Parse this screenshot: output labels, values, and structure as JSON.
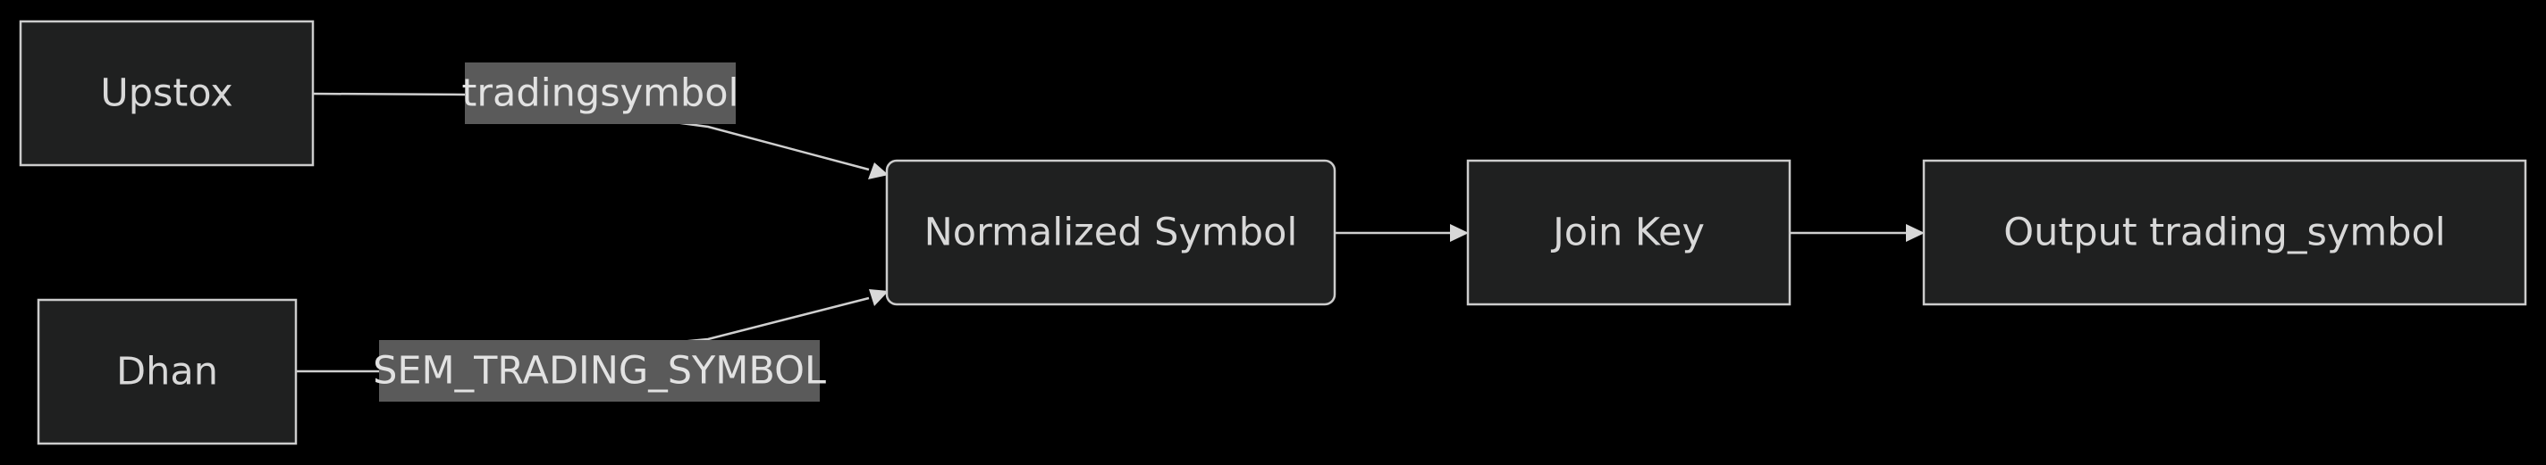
{
  "diagram": {
    "nodes": {
      "upstox": "Upstox",
      "dhan": "Dhan",
      "normalized": "Normalized Symbol",
      "join": "Join Key",
      "output": "Output trading_symbol"
    },
    "edge_labels": {
      "upstox_to_normalized": "tradingsymbol",
      "dhan_to_normalized": "SEM_TRADING_SYMBOL"
    },
    "colors": {
      "background": "#000000",
      "node_fill": "#1f2020",
      "node_stroke": "#cccccc",
      "text": "#d8d8d8",
      "label_background": "#5a5a5a"
    }
  }
}
